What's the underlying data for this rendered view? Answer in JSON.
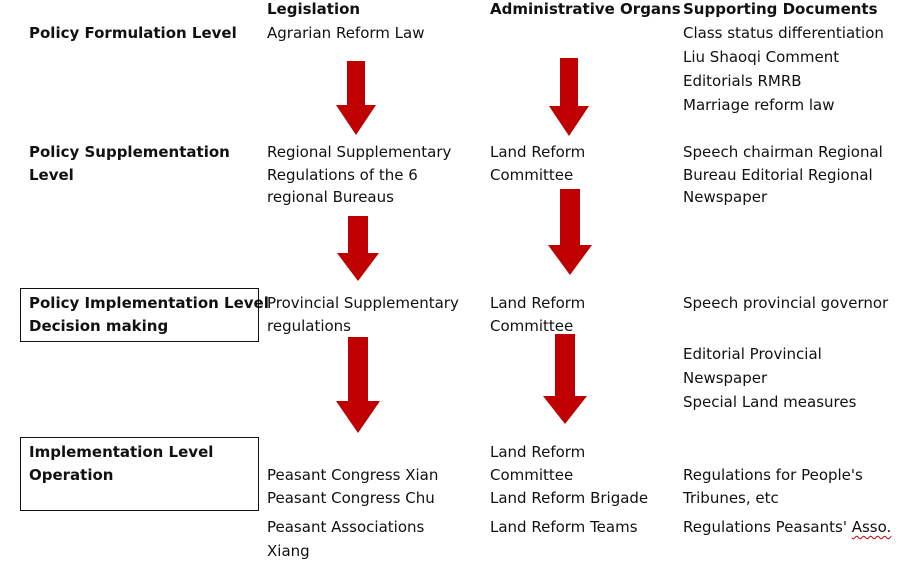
{
  "headers": {
    "legislation": "Legislation",
    "organs": "Administrative Organs",
    "documents": "Supporting Documents"
  },
  "levels": {
    "formulation": "Policy Formulation Level",
    "supplementation_1": "Policy Supplementation",
    "supplementation_2": "Level",
    "implementation_decision_1": "Policy Implementation Level",
    "implementation_decision_2": "Decision making",
    "implementation_op_1": "Implementation Level",
    "implementation_op_2": "Operation"
  },
  "legislation": {
    "agrarian_law": "Agrarian Reform Law",
    "regional_1": "Regional Supplementary",
    "regional_2": "Regulations of the 6",
    "regional_3": "regional Bureaus",
    "provincial_1": "Provincial Supplementary",
    "provincial_2": "regulations",
    "xian": "Peasant Congress Xian",
    "chu": "Peasant Congress Chu",
    "assoc_1": "Peasant Associations",
    "assoc_2": "Xiang"
  },
  "organs": {
    "regional_1": "Land Reform",
    "regional_2": "Committee",
    "provincial_1": "Land Reform",
    "provincial_2": "Committee",
    "op_1": "Land Reform",
    "op_2": "Committee",
    "brigade": "Land Reform Brigade",
    "teams": "Land Reform Teams"
  },
  "documents": {
    "d1": "Class status differentiation",
    "d2": "Liu Shaoqi Comment",
    "d3": "Editorials RMRB",
    "d4": "Marriage reform law",
    "d5": "Speech chairman Regional",
    "d6": "Bureau Editorial Regional",
    "d7": "Newspaper",
    "d8": "Speech provincial governor",
    "d9": "Editorial Provincial",
    "d10": "Newspaper",
    "d11": "Special Land measures",
    "d12": "Regulations for People's",
    "d13": "Tribunes, etc",
    "d14_a": "Regulations Peasants' ",
    "d14_b": "Asso."
  },
  "colors": {
    "arrow": "#c00000",
    "text": "#111111"
  }
}
